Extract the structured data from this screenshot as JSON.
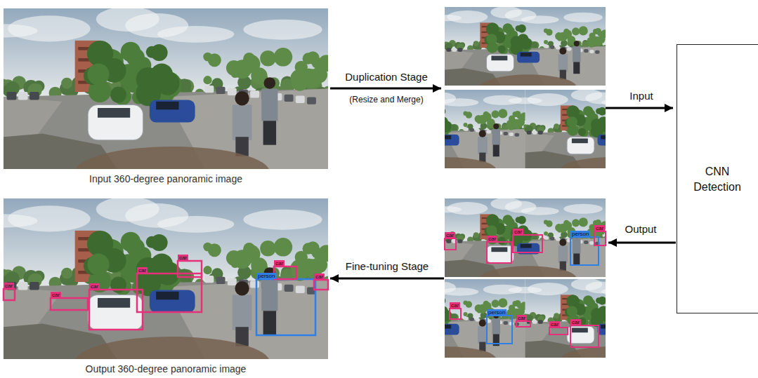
{
  "diagram": {
    "nodes": [
      {
        "text": [
          "Input 360-degree panoramic image"
        ]
      },
      {
        "text": [
          "CNN Detection"
        ]
      },
      {
        "text": [
          "Output 360-degree panoramic image"
        ]
      }
    ],
    "labels": [
      "Duplication Stage",
      "(Resize and Merge)",
      "Input",
      "Output",
      "Fine-tuning Stage",
      "car",
      "car",
      "car",
      "car",
      "car",
      "person",
      "car",
      "car",
      "car",
      "car",
      "car",
      "person",
      "car",
      "car",
      "person",
      "car",
      "car",
      "car"
    ]
  }
}
